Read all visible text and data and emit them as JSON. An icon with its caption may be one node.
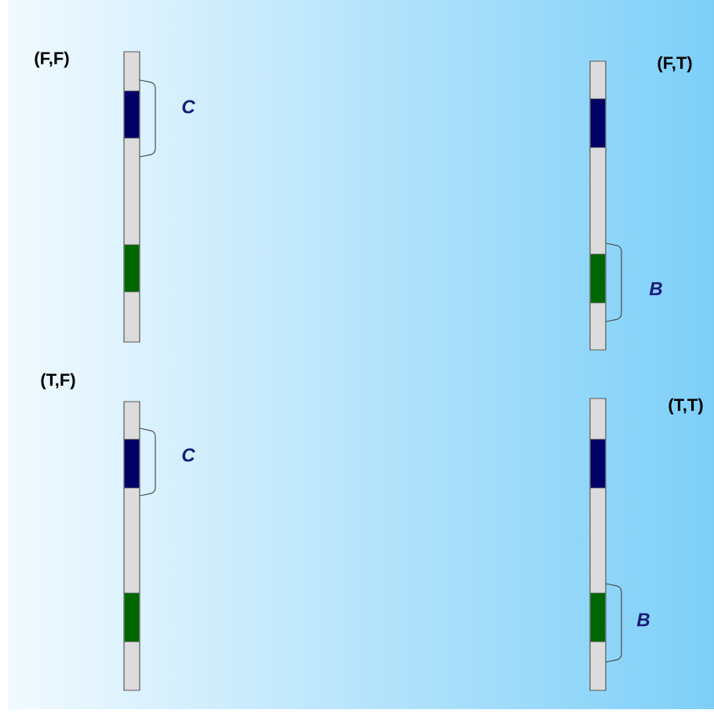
{
  "diagram": {
    "labels": [
      "(F,F)",
      "C",
      "(F,T)",
      "B",
      "(T,F)",
      "C",
      "(T,T)",
      "B"
    ]
  }
}
